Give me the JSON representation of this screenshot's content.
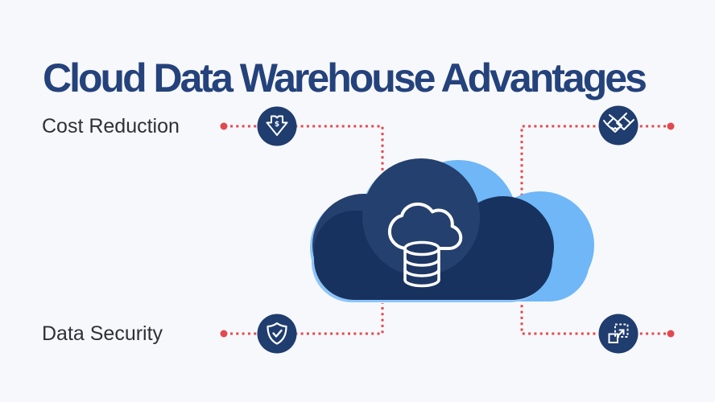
{
  "title": "Cloud Data Warehouse Advantages",
  "benefits": {
    "cost_reduction": {
      "label": "Cost Reduction",
      "icon": "arrow-down-dollar-icon"
    },
    "data_security": {
      "label": "Data Security",
      "icon": "shield-check-icon"
    },
    "top_right": {
      "icon": "handshake-icon"
    },
    "bottom_right": {
      "icon": "scale-expand-icon"
    }
  },
  "center_illustration": {
    "icon": "cloud-database-icon"
  },
  "symbols": {
    "dollar": "$"
  },
  "colors": {
    "background": "#f7f8fb",
    "title_text": "#24427b",
    "label_text": "#2f3038",
    "cloud_navy_dark": "#18325f",
    "cloud_navy_light": "#24406e",
    "cloud_sky_blue": "#6fb7f7",
    "cloud_halo_blue": "#8cc5f7",
    "icon_circle_navy": "#203d6f",
    "connector_red": "#e2494e",
    "icon_stroke": "#ffffff"
  }
}
